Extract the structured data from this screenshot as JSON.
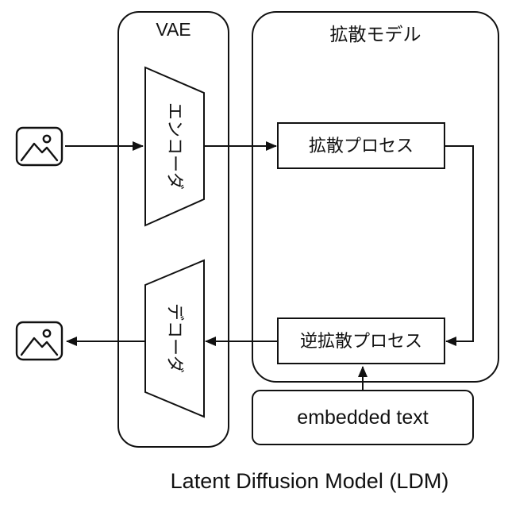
{
  "diagram": {
    "caption": "Latent Diffusion Model (LDM)",
    "vae": {
      "label": "VAE",
      "encoder_label": "エンコーダ",
      "decoder_label": "デコーダ"
    },
    "diffusion_model": {
      "label": "拡散モデル",
      "forward_process_label": "拡散プロセス",
      "reverse_process_label": "逆拡散プロセス"
    },
    "embedded_text": {
      "label": "embedded text"
    },
    "icons": {
      "input": "image-icon",
      "output": "image-icon"
    },
    "colors": {
      "stroke": "#111111",
      "background": "#ffffff"
    }
  }
}
